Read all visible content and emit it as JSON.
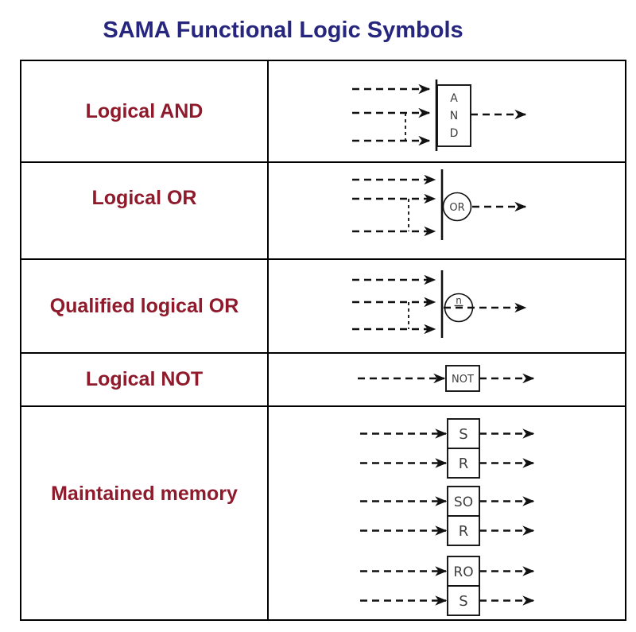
{
  "title": "SAMA Functional Logic Symbols",
  "colors": {
    "title_text": "#26267E",
    "label_text": "#8E1A2B",
    "diagram_line": "#111111",
    "symbol_text": "#3D3D3D",
    "table_border": "#000000",
    "background": "#FFFFFF"
  },
  "rows": [
    {
      "label": "Logical AND",
      "symbol": {
        "type": "and",
        "letters": [
          "A",
          "N",
          "D"
        ]
      }
    },
    {
      "label": "Logical OR",
      "symbol": {
        "type": "or",
        "text": "OR"
      }
    },
    {
      "label": "Qualified logical OR",
      "symbol": {
        "type": "qualified-or",
        "text": "n"
      }
    },
    {
      "label": "Logical NOT",
      "symbol": {
        "type": "not",
        "text": "NOT"
      }
    },
    {
      "label": "Maintained memory",
      "symbol": {
        "type": "maintained-memory",
        "pairs": [
          {
            "top": "S",
            "bottom": "R"
          },
          {
            "top": "SO",
            "bottom": "R"
          },
          {
            "top": "RO",
            "bottom": "S"
          }
        ]
      }
    }
  ]
}
